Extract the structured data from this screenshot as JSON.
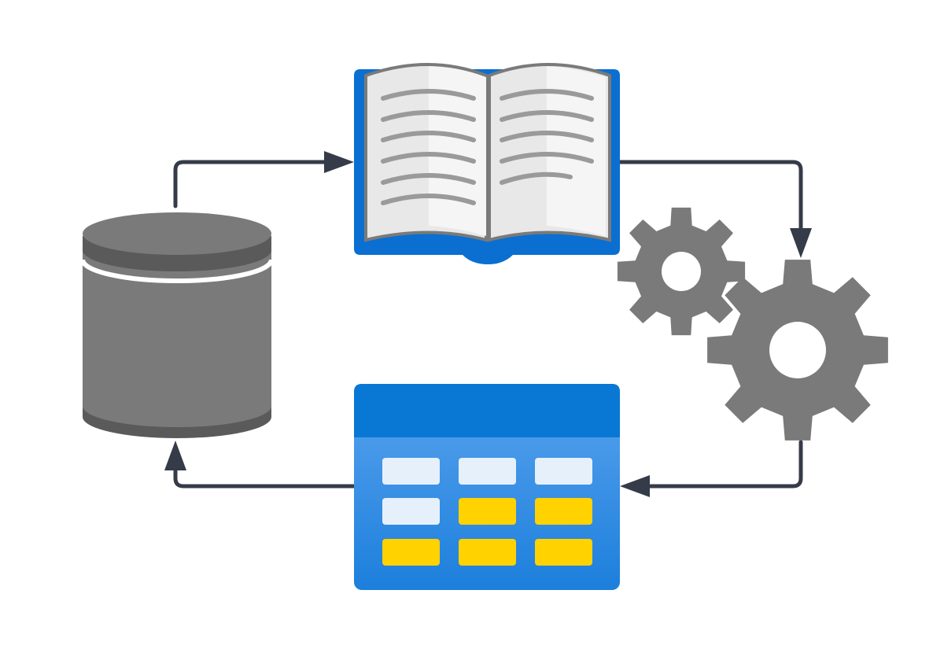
{
  "diagram": {
    "nodes": [
      {
        "id": "database",
        "icon": "database-icon"
      },
      {
        "id": "book",
        "icon": "open-book-icon"
      },
      {
        "id": "gears",
        "icon": "gears-icon"
      },
      {
        "id": "table",
        "icon": "data-grid-icon"
      }
    ],
    "edges": [
      {
        "from": "database",
        "to": "book"
      },
      {
        "from": "book",
        "to": "gears"
      },
      {
        "from": "gears",
        "to": "table"
      },
      {
        "from": "table",
        "to": "database"
      }
    ],
    "grid_cell_states": [
      [
        "empty",
        "empty",
        "empty"
      ],
      [
        "empty",
        "filled",
        "filled"
      ],
      [
        "filled",
        "filled",
        "filled"
      ]
    ]
  },
  "colors": {
    "connector": "#353b48",
    "database_body": "#7a7a7a",
    "database_dark": "#5a5a5a",
    "book_cover": "#0a6fd1",
    "book_page": "#e8e8e8",
    "book_page_shade": "#f5f5f5",
    "book_line": "#9a9a9a",
    "gear": "#7a7a7a",
    "grid_header": "#0878d4",
    "grid_body_top": "#5aa3ee",
    "grid_body_bottom": "#1c7fdc",
    "cell_empty": "#e6f0fb",
    "cell_filled": "#ffd200"
  }
}
